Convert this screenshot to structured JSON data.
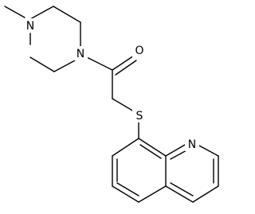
{
  "molecule": {
    "atoms": {
      "piperazine_n_top": "N",
      "piperazine_n_amide": "N",
      "carbonyl_oxygen": "O",
      "thioether_sulfur": "S",
      "quinoline_nitrogen": "N"
    }
  },
  "colors": {
    "bond": "#000000",
    "label": "#000000",
    "background": "#ffffff"
  }
}
